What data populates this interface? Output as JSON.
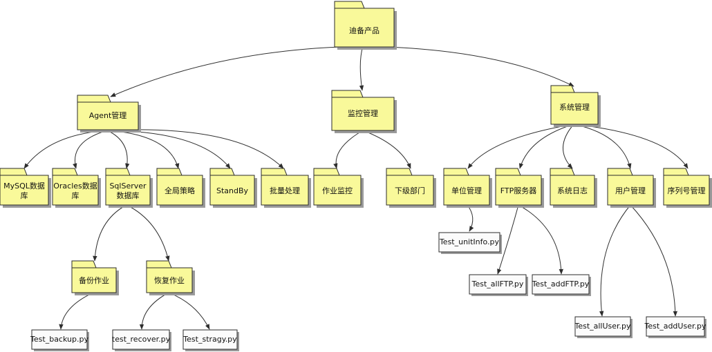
{
  "nodes": {
    "root": "迪备产品",
    "agent": "Agent管理",
    "monitor": "监控管理",
    "system": "系统管理",
    "mysql": "MySQL数据库",
    "oracle": "Oracles数据库",
    "sqlserver": "SqlServer数据库",
    "global_policy": "全局策略",
    "standby": "StandBy",
    "batch": "批量处理",
    "job_monitor": "作业监控",
    "sub_dept": "下级部门",
    "unit_mgmt": "单位管理",
    "ftp_server": "FTP服务器",
    "sys_log": "系统日志",
    "user_mgmt": "用户管理",
    "serial_mgmt": "序列号管理",
    "backup_job": "备份作业",
    "recover_job": "恢复作业"
  },
  "files": {
    "test_backup": "Test_backup.py",
    "test_recover": "test_recover.py",
    "test_stragy": "Test_stragy.py",
    "test_unitinfo": "Test_unitInfo.py",
    "test_allftp": "Test_allFTP.py",
    "test_addftp": "Test_addFTP.py",
    "test_alluser": "Test_allUser.py",
    "test_adduser": "Test_addUser.py"
  },
  "colors": {
    "folder_fill": "#f9f99a",
    "outline": "#2b2b2b",
    "file_fill": "#fbfbfb"
  }
}
